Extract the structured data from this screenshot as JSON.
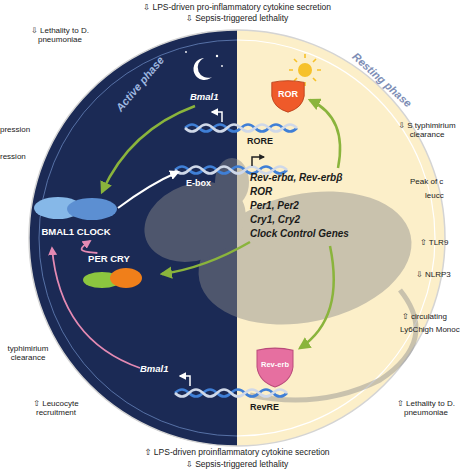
{
  "diagram": {
    "nodes": [
      {
        "text": [
          "ROR"
        ]
      },
      {
        "text": [
          "BMAL1 CLOCK"
        ]
      },
      {
        "text": [
          "PER CRY"
        ]
      },
      {
        "text": [
          "Rev-erb"
        ]
      }
    ],
    "edges": [
      {
        "from": 2,
        "to": 1,
        "arrow": "to"
      }
    ],
    "labels": [
      "⇩ LPS-driven pro-inflammatory cytokine secretion",
      "⇩ Sepsis-triggered lethality",
      "Active phase",
      "Resting phase",
      "⇩ Lethality to D. pneumoniae",
      "pression",
      "ression",
      "Bmal1",
      "RORE",
      "E-box",
      "Rev-erbα, Rev-erbβ",
      "ROR",
      "Per1, Per2",
      "Cry1, Cry2",
      "Clock Control Genes",
      "⇩ S typhimirium clearance",
      "Peak of c",
      "leucc",
      "⇧ TLR9",
      "⇩ NLRP3",
      "⇧ circulating",
      "Ly6Chigh Monoc",
      "typhimirium clearance",
      "Bmal1",
      "RevRE",
      "⇧ Leucocyte recruitment",
      "⇧ Lethality to D. pneumoniae",
      "⇧ LPS-driven proinflammatory cytokine secretion",
      "⇩ Sepsis-triggered lethality"
    ]
  }
}
